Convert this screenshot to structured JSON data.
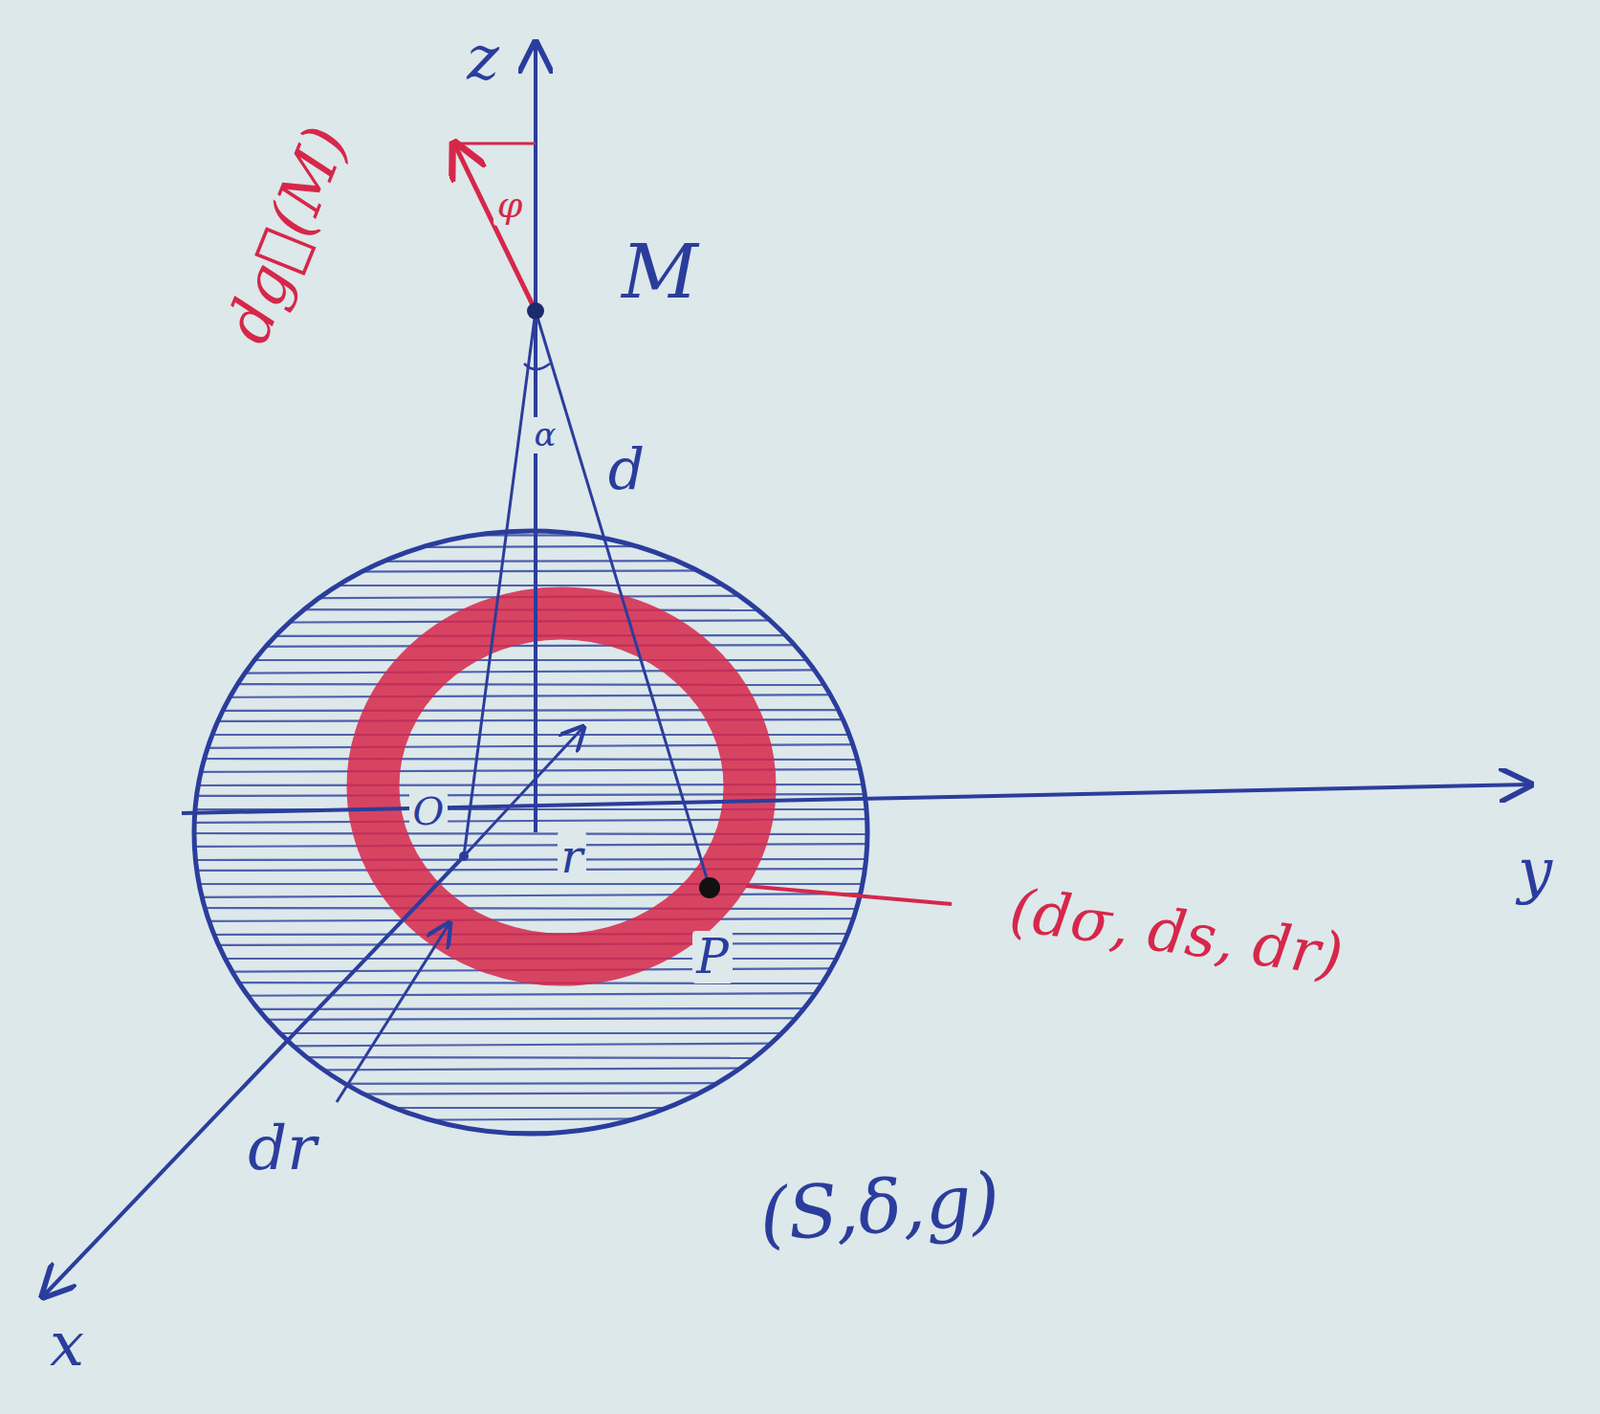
{
  "diagram": {
    "labels": [
      "z",
      "dg⃗(M)",
      "φ",
      "M",
      "d",
      "α",
      "O",
      "r",
      "P",
      "y",
      "(dσ, ds, dr)",
      "dr",
      "(S,δ,g)",
      "x"
    ]
  }
}
